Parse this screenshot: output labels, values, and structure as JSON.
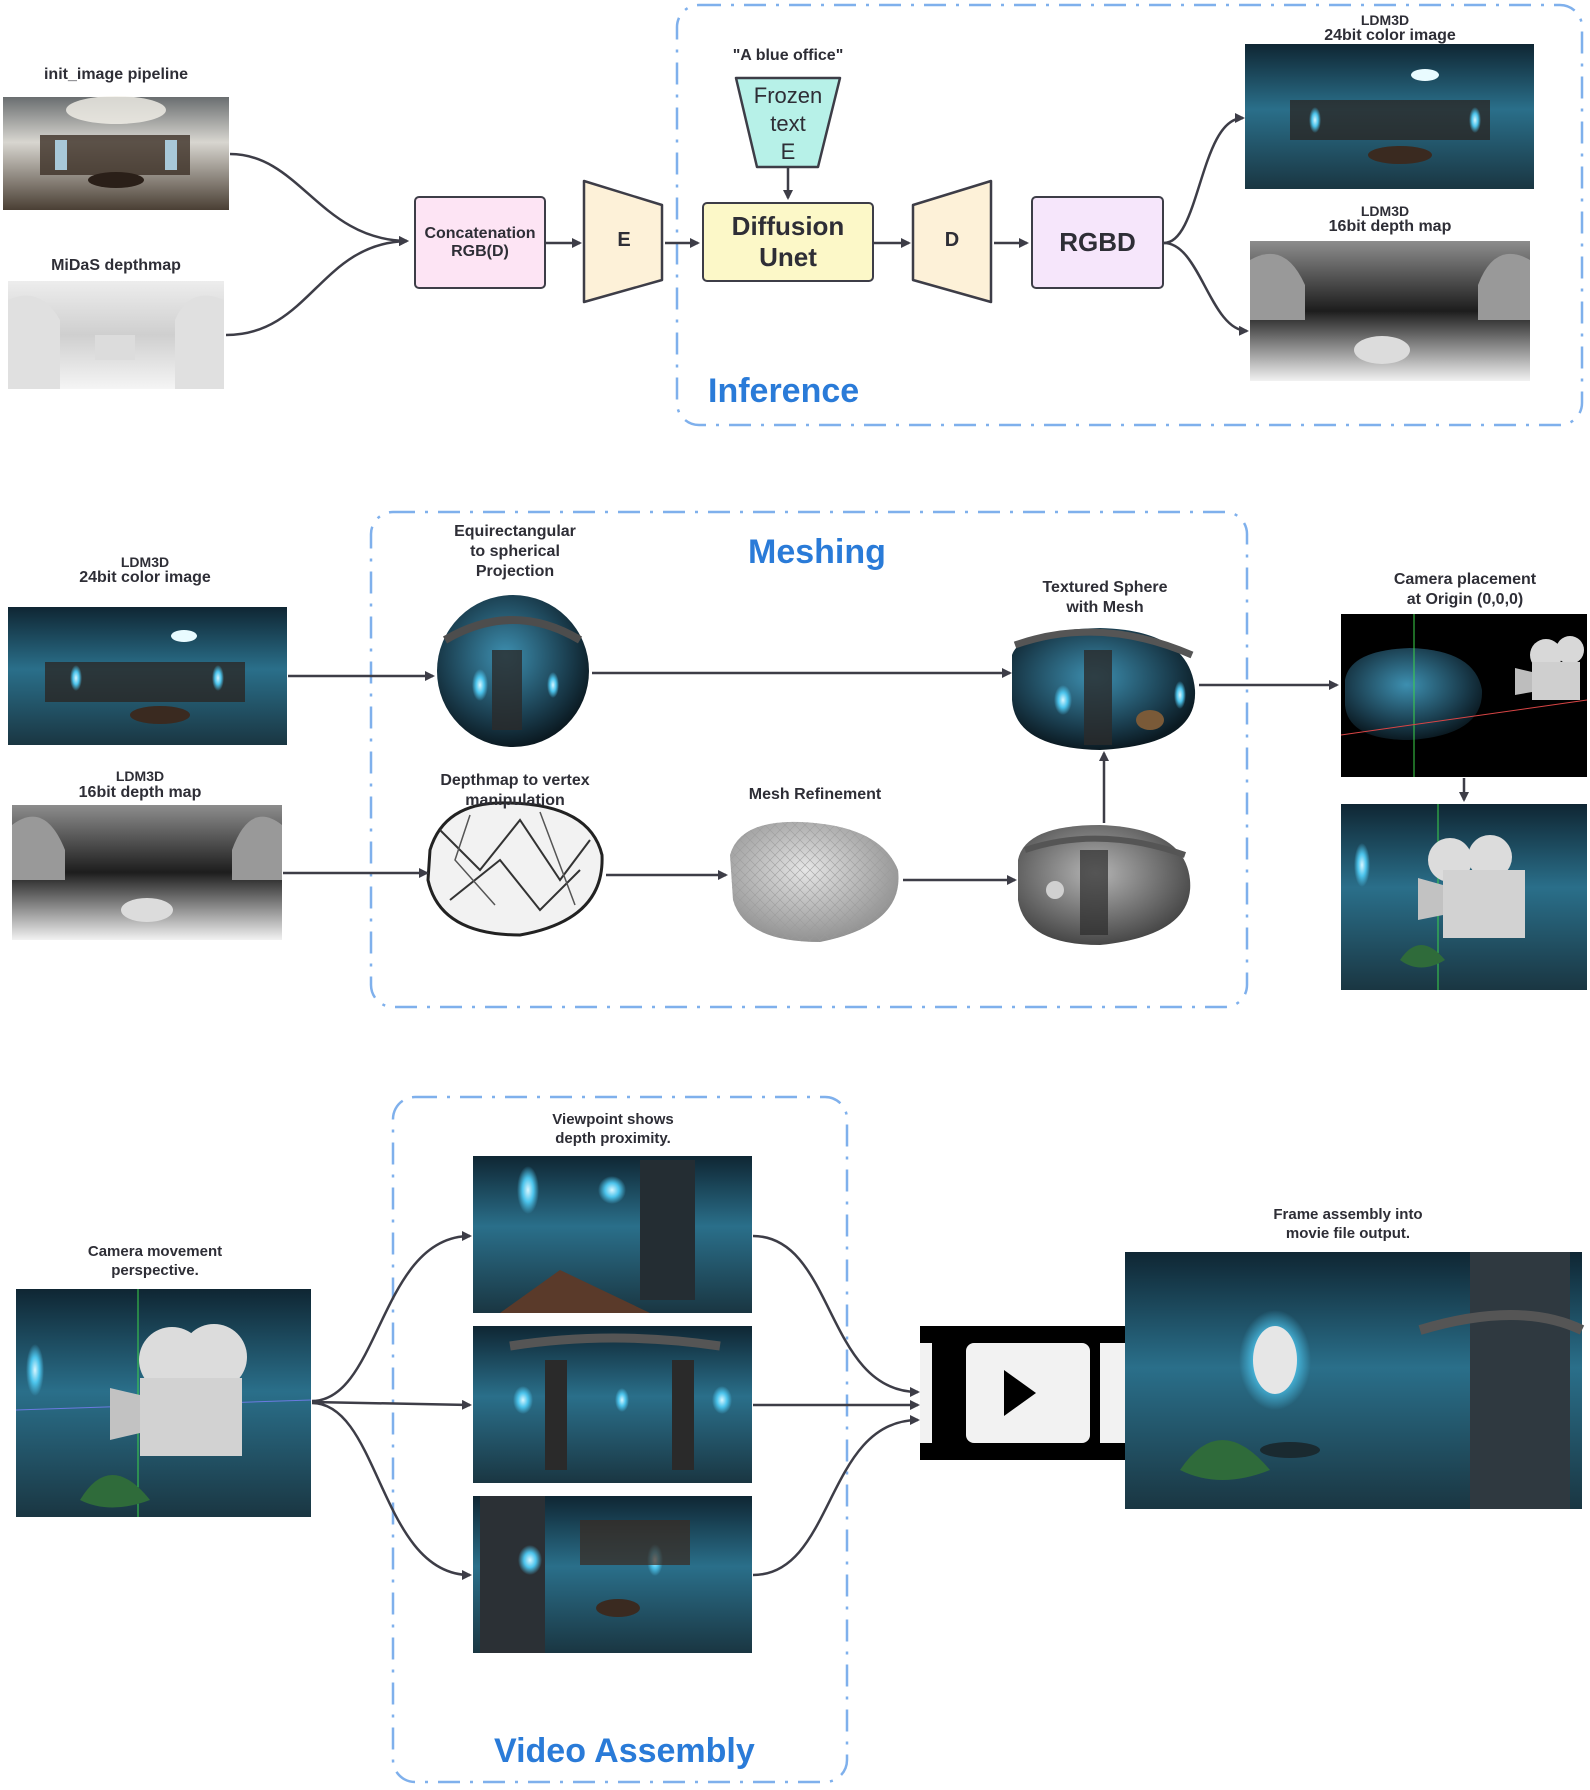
{
  "inference": {
    "section_title": "Inference",
    "init_image_label": "init_image pipeline",
    "midas_label": "MiDaS depthmap",
    "prompt": "\"A blue office\"",
    "concat_box": "Concatenation RGB(D)",
    "encoder": "E",
    "frozen_text_encoder": [
      "Frozen",
      "text",
      "E"
    ],
    "diffusion_box": [
      "Diffusion",
      "Unet"
    ],
    "decoder": "D",
    "rgbd_box": "RGBD",
    "out_color_top": "LDM3D",
    "out_color_main": "24bit color image",
    "out_depth_top": "LDM3D",
    "out_depth_main": "16bit depth map"
  },
  "meshing": {
    "section_title": "Meshing",
    "in_color_top": "LDM3D",
    "in_color_main": "24bit color image",
    "in_depth_top": "LDM3D",
    "in_depth_main": "16bit depth map",
    "projection_label": [
      "Equirectangular",
      "to spherical",
      "Projection"
    ],
    "vertex_label": [
      "Depthmap to vertex",
      "manipulation"
    ],
    "refinement_label": "Mesh Refinement",
    "textured_label": [
      "Textured Sphere",
      "with Mesh"
    ],
    "camera_label": [
      "Camera placement",
      "at Origin (0,0,0)"
    ]
  },
  "video": {
    "section_title": "Video Assembly",
    "camera_movement_label": [
      "Camera movement",
      "perspective."
    ],
    "viewpoint_label": [
      "Viewpoint shows",
      "depth proximity."
    ],
    "frame_assembly_label": [
      "Frame assembly into",
      "movie file output."
    ]
  },
  "colors": {
    "accent_blue": "#2a7bd8",
    "dash_border": "#7fb0ec",
    "arrow": "#3d3d47",
    "concat_fill": "#fde4f4",
    "enc_fill": "#fdf1d8",
    "diffusion_fill": "#fcf8c8",
    "frozen_fill": "#b7f1e8",
    "rgbd_fill": "#f6e6fb",
    "scene_teal": "#1e5f7a",
    "scene_dark": "#0c1c26"
  }
}
